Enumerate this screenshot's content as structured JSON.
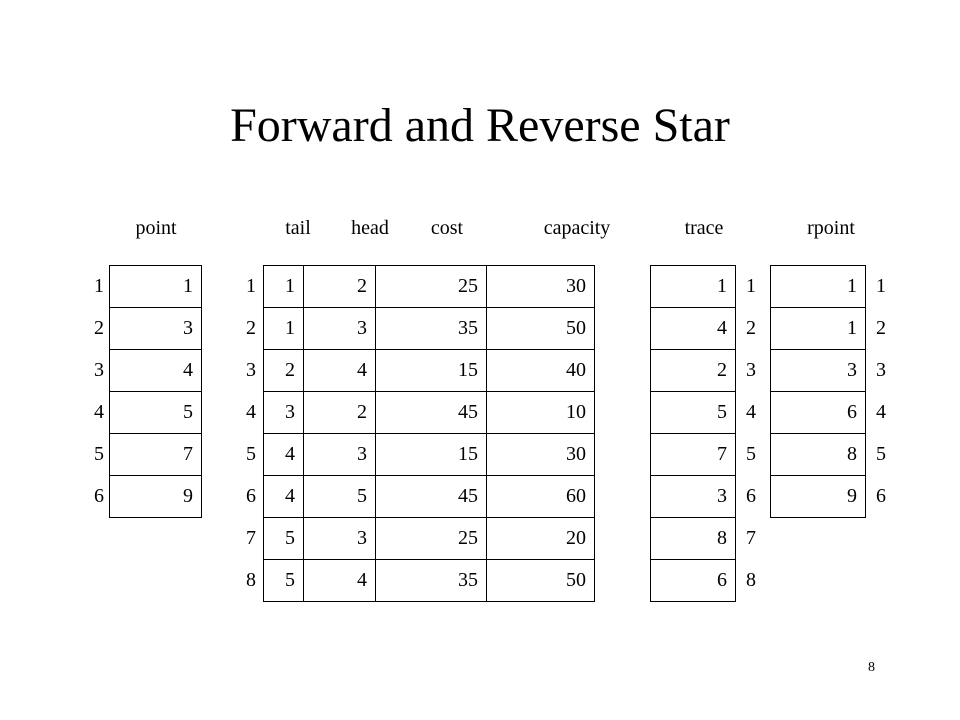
{
  "title": "Forward and Reverse Star",
  "page_number": "8",
  "point": {
    "header": "point",
    "row_labels": [
      "1",
      "2",
      "3",
      "4",
      "5",
      "6"
    ],
    "values": [
      "1",
      "3",
      "4",
      "5",
      "7",
      "9"
    ]
  },
  "arcs": {
    "headers": [
      "tail",
      "head",
      "cost",
      "capacity"
    ],
    "row_labels": [
      "1",
      "2",
      "3",
      "4",
      "5",
      "6",
      "7",
      "8"
    ],
    "rows": [
      [
        "1",
        "2",
        "25",
        "30"
      ],
      [
        "1",
        "3",
        "35",
        "50"
      ],
      [
        "2",
        "4",
        "15",
        "40"
      ],
      [
        "3",
        "2",
        "45",
        "10"
      ],
      [
        "4",
        "3",
        "15",
        "30"
      ],
      [
        "4",
        "5",
        "45",
        "60"
      ],
      [
        "5",
        "3",
        "25",
        "20"
      ],
      [
        "5",
        "4",
        "35",
        "50"
      ]
    ]
  },
  "trace": {
    "header": "trace",
    "values": [
      "1",
      "4",
      "2",
      "5",
      "7",
      "3",
      "8",
      "6"
    ],
    "row_labels": [
      "1",
      "2",
      "3",
      "4",
      "5",
      "6",
      "7",
      "8"
    ]
  },
  "rpoint": {
    "header": "rpoint",
    "values": [
      "1",
      "1",
      "3",
      "6",
      "8",
      "9"
    ],
    "row_labels": [
      "1",
      "2",
      "3",
      "4",
      "5",
      "6"
    ]
  }
}
